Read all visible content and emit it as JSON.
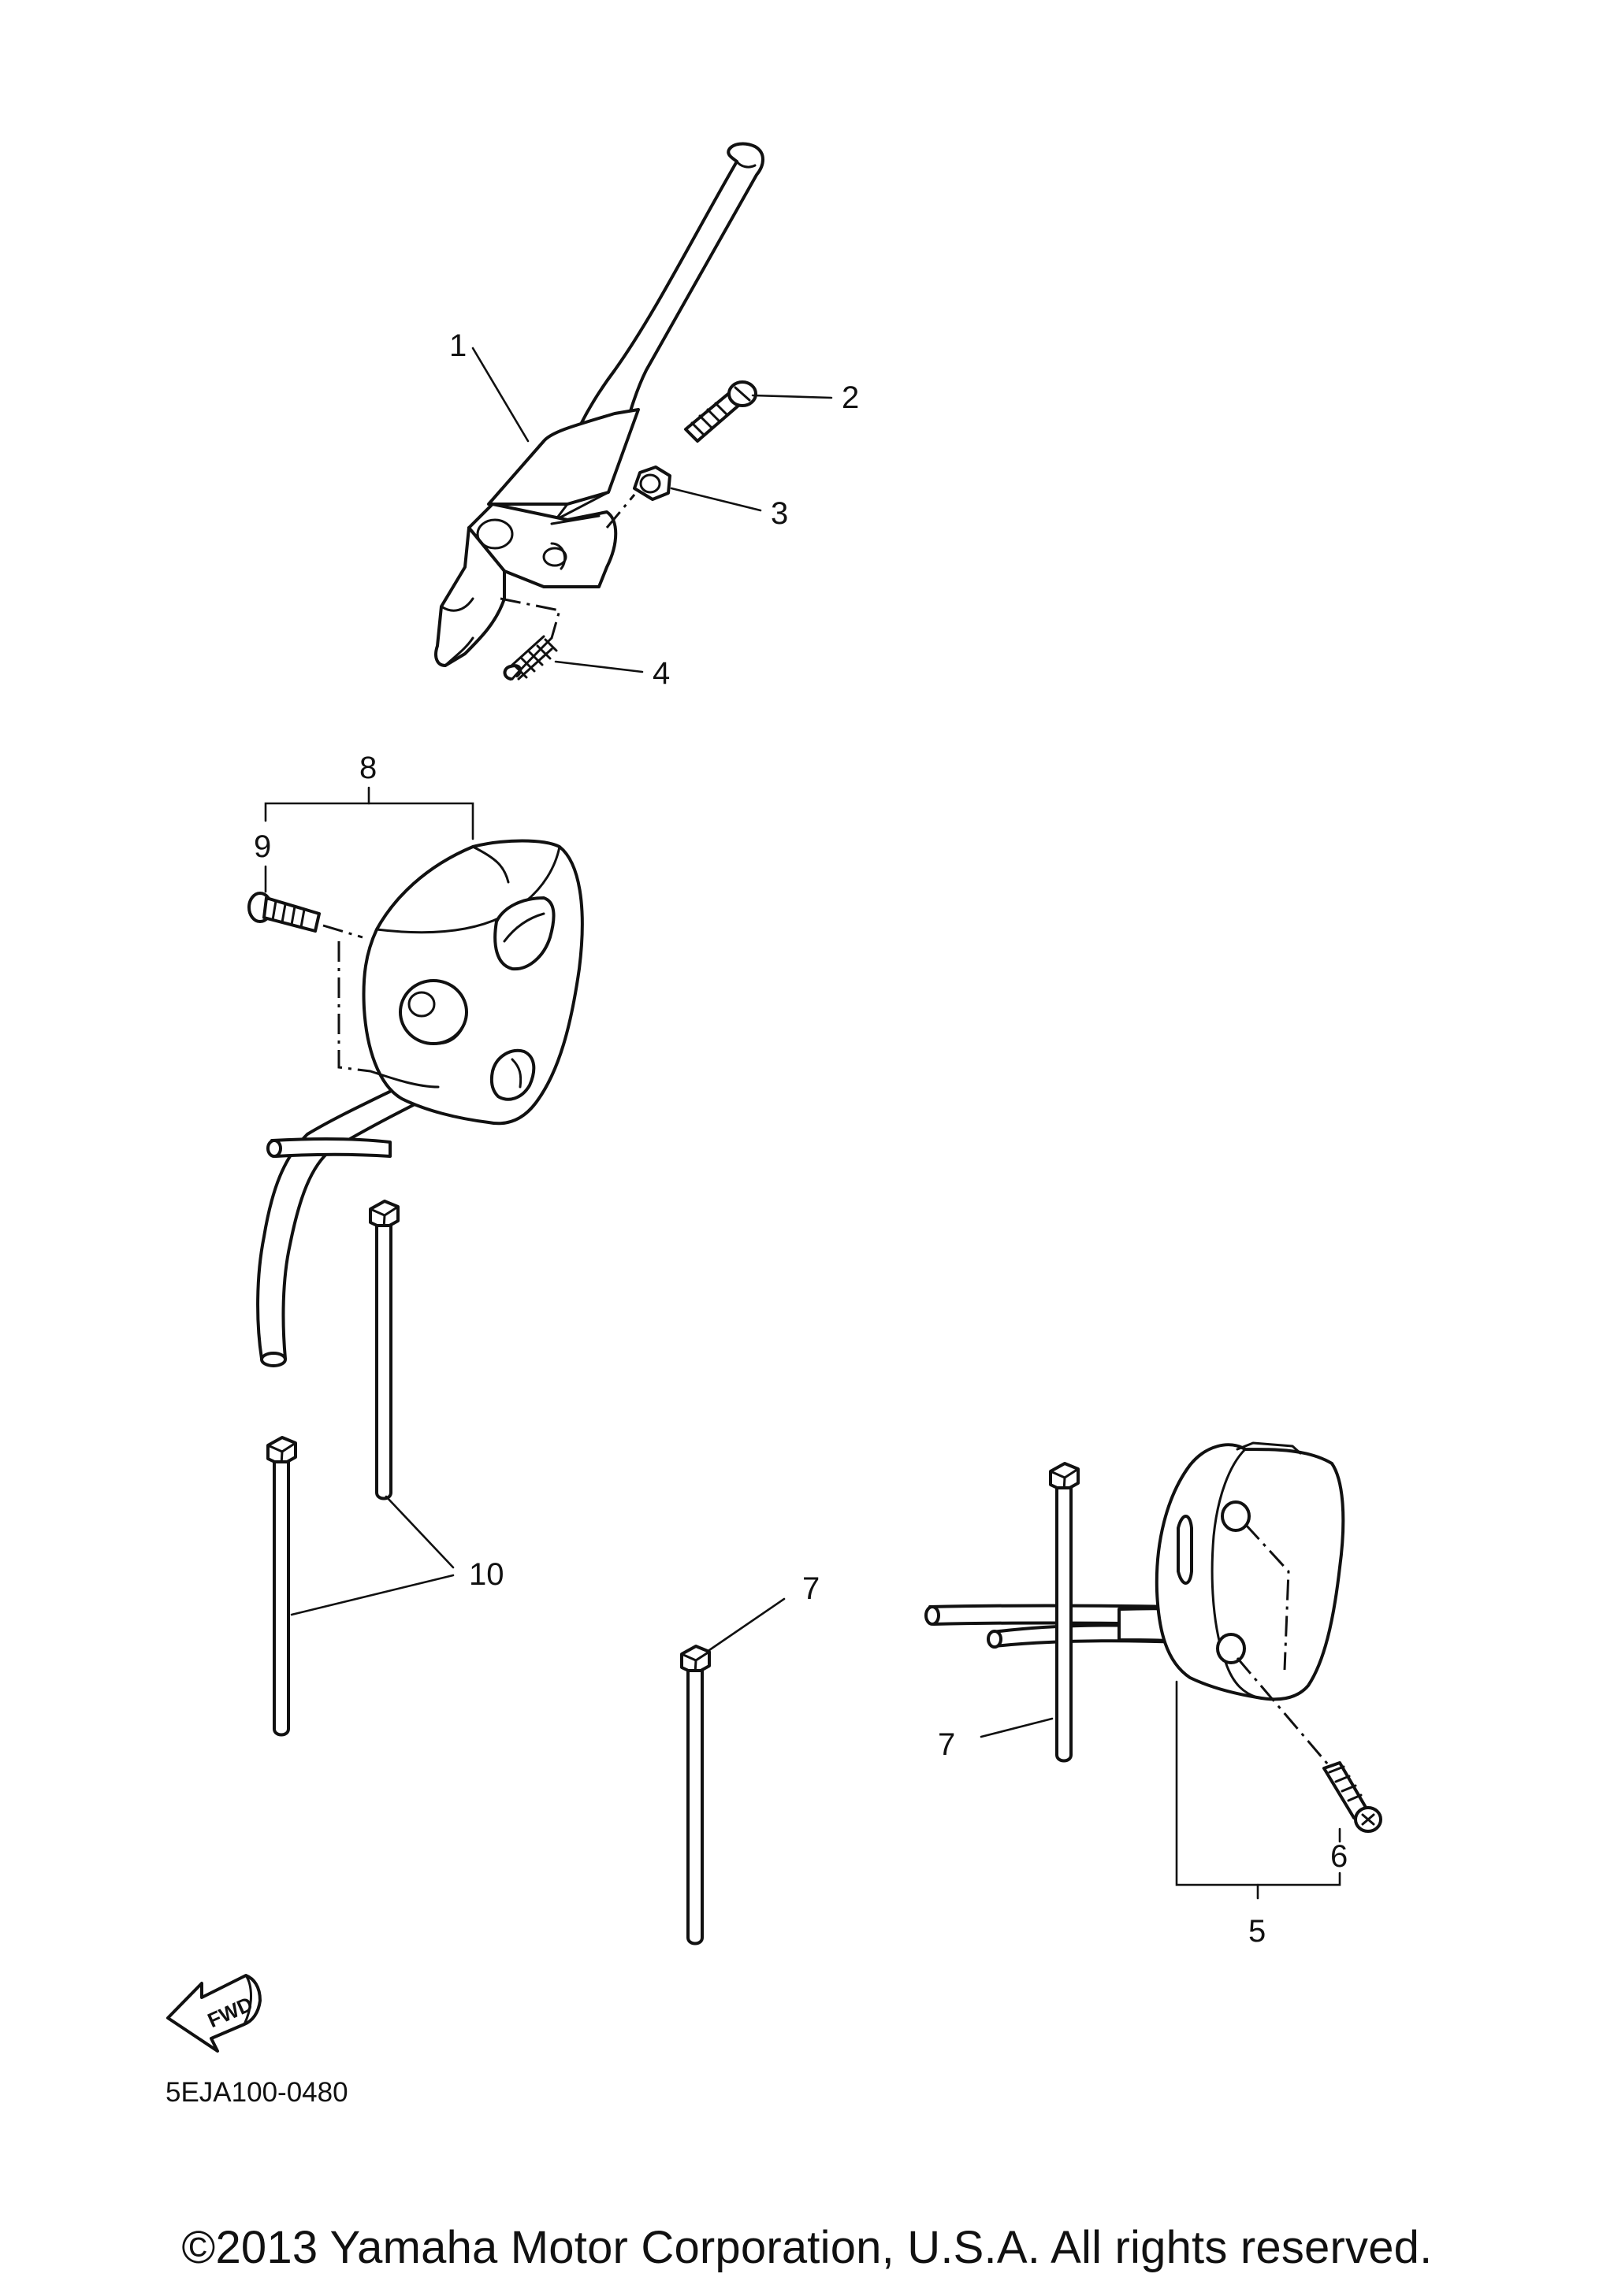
{
  "callouts": {
    "c1": "1",
    "c2": "2",
    "c3": "3",
    "c4": "4",
    "c5": "5",
    "c6": "6",
    "c7a": "7",
    "c7b": "7",
    "c8": "8",
    "c9": "9",
    "c10": "10"
  },
  "fwd_label": "FWD",
  "diagram_code": "5EJA100-0480",
  "copyright": "©2013 Yamaha Motor Corporation, U.S.A. All rights reserved."
}
